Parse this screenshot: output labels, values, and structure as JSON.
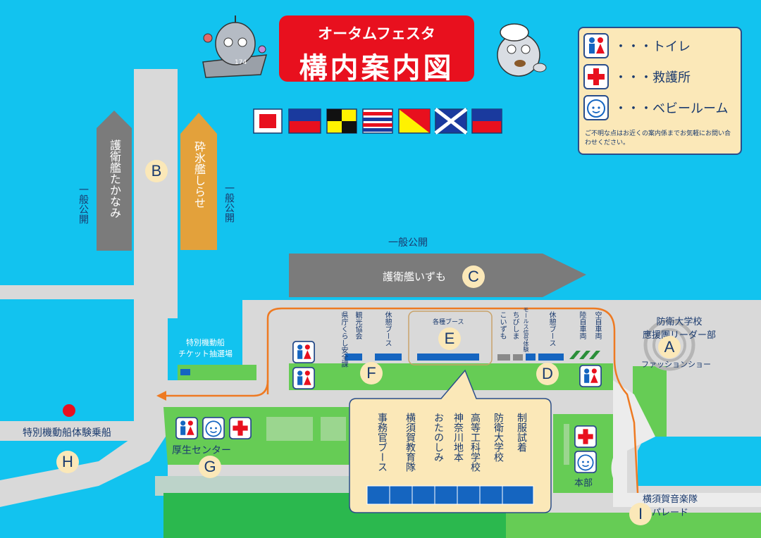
{
  "title": {
    "subtitle": "オータムフェスタ",
    "main": "構内案内図"
  },
  "legend": {
    "toilet": "・・・トイレ",
    "first_aid": "・・・救護所",
    "baby_room": "・・・ベビールーム",
    "note": "ご不明な点はお近くの案内係までお気軽にお問い合わせください。"
  },
  "ships": {
    "takanami": "護衛艦たかなみ",
    "shirase": "砕氷艦しらせ",
    "izumo": "護衛艦いずも",
    "hull_number": "174"
  },
  "public_labels": {
    "left": "一般公開",
    "right": "一般公開",
    "izumo": "一般公開"
  },
  "areas": {
    "a_line1": "防衛大学校",
    "a_line2": "應援團リーダー部",
    "a_sub": "ファッションショー",
    "ticket_line1": "特別機動船",
    "ticket_line2": "チケット抽選場",
    "boat_ride": "特別機動船体験乗船",
    "welfare": "厚生センター",
    "hq": "本部",
    "band_line1": "横須賀音楽隊",
    "band_line2": "パレード",
    "booths": "各種ブース"
  },
  "booth_labels": {
    "kanko": "観光協会",
    "kencho": "県庁くらし安全課",
    "rest1": "休憩ブース",
    "koizumo": "こいずも",
    "chibishima": "ちびしま",
    "morse": "モールス信号体験",
    "rest2": "休憩ブース",
    "riku": "陸自車両",
    "kuu": "空自車両"
  },
  "hq_booths": [
    "制服試着",
    "防衛大学校",
    "高等工科学校",
    "神奈川地本",
    "おたのしみ",
    "横須賀教育隊",
    "事務官ブース"
  ],
  "markers": {
    "A": "A",
    "B": "B",
    "C": "C",
    "D": "D",
    "E": "E",
    "F": "F",
    "G": "G",
    "H": "H",
    "I": "I"
  },
  "colors": {
    "sea": "#12c3ef",
    "pier": "#d9d9d9",
    "grass": "#66cc55",
    "dark_grass": "#2bb84e",
    "ship_gray": "#7b7b7b",
    "shirase": "#e3a13b",
    "route": "#ee7a22",
    "title_red": "#e8101e",
    "legend_bg": "#fbe8b8",
    "booth_blue": "#1565c0"
  }
}
